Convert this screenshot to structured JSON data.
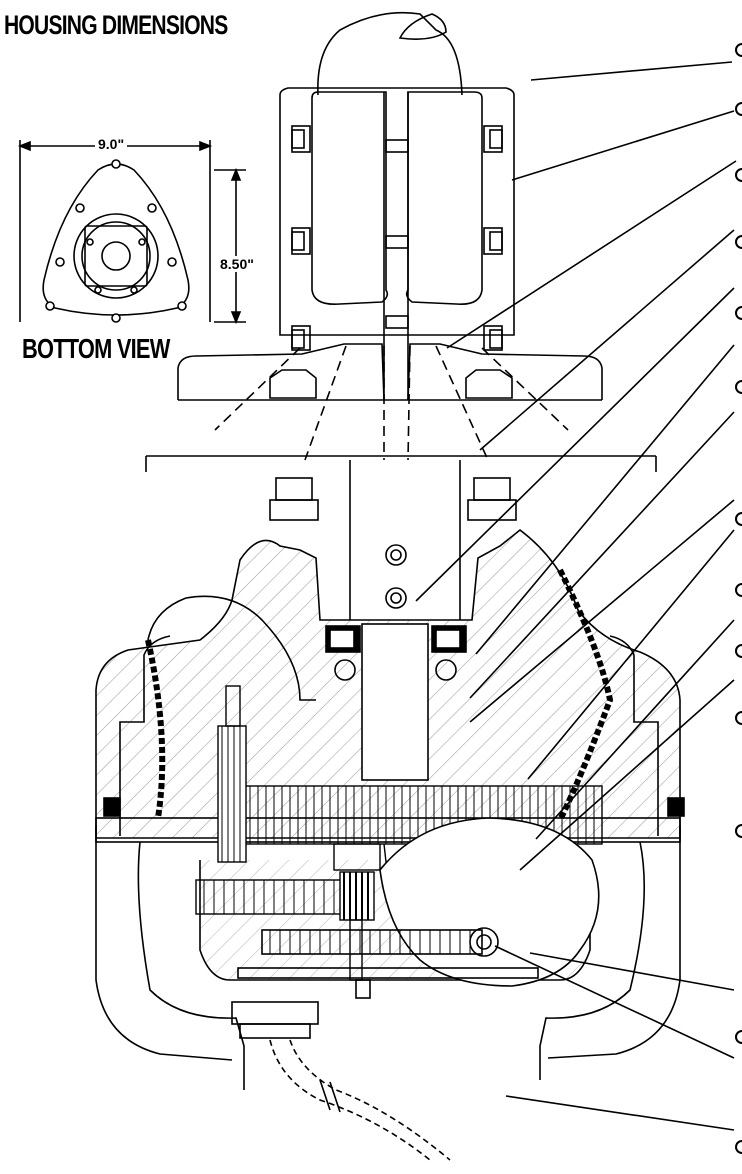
{
  "bottom_view": {
    "title": "HOUSING DIMENSIONS",
    "caption": "BOTTOM VIEW",
    "width_dimension": "9.0\"",
    "height_dimension": "8.50\""
  },
  "stroke_color": "#000000",
  "background_color": "#ffffff",
  "callouts_count_visible": 13
}
